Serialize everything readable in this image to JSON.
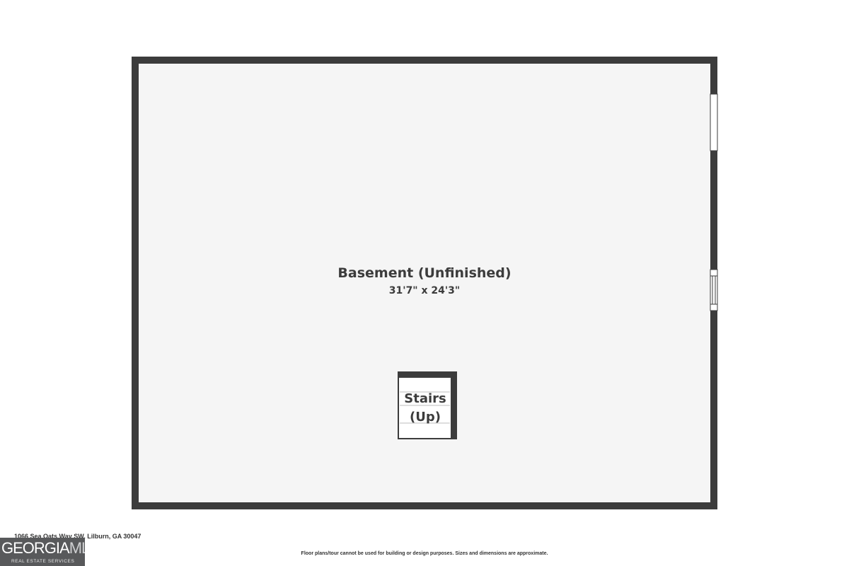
{
  "rooms": {
    "basement": {
      "name": "Basement (Unfinished)",
      "dimensions": "31'7\" x 24'3\""
    },
    "stairs": {
      "line1": "Stairs",
      "line2": "(Up)"
    }
  },
  "footer": {
    "address": "1066 Sea Oats Way SW, Lilburn, GA 30047",
    "disclaimer": "Floor plans/tour cannot be used for building or design purposes. Sizes and dimensions are approximate."
  },
  "logo": {
    "main_dark": "GEORGIA",
    "main_light": "MLS",
    "sub": "REAL ESTATE SERVICES"
  },
  "colors": {
    "wall": "#3c3c3c",
    "floor": "#f5f5f5",
    "logo_bg": "#58595b"
  }
}
